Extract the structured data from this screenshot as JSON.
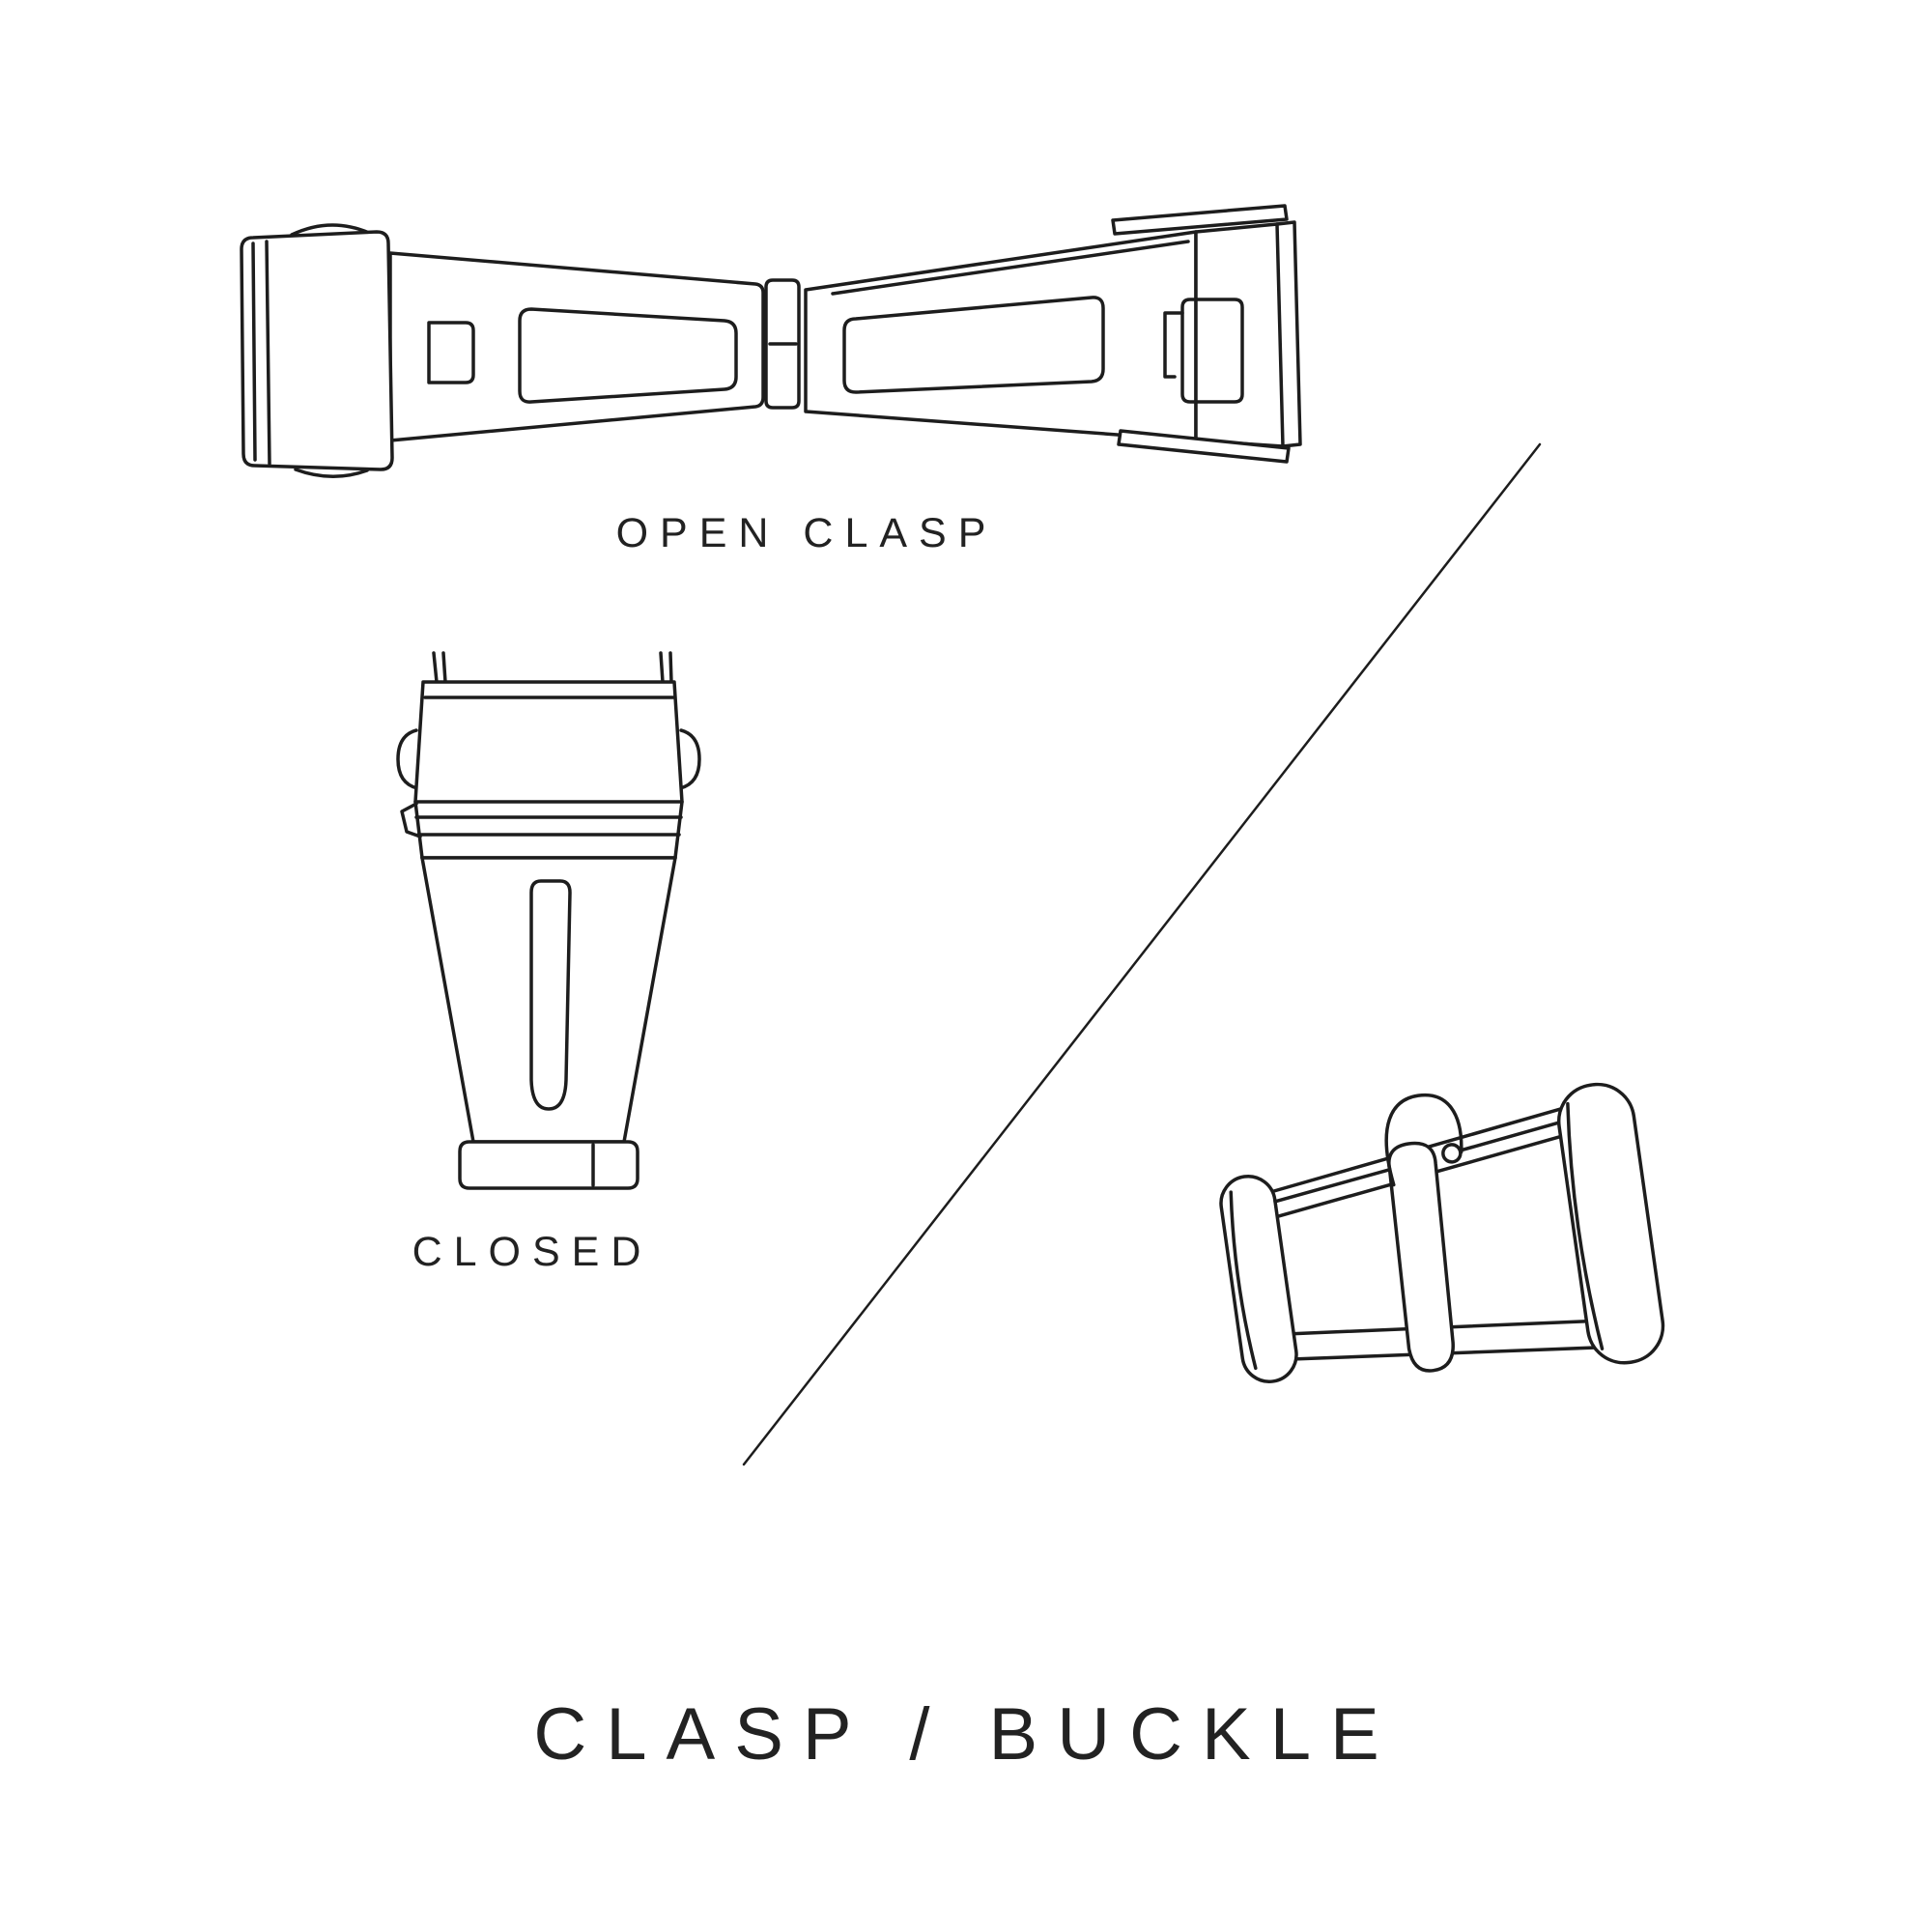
{
  "canvas": {
    "background": "#ffffff",
    "line_color": "#1d1d1d",
    "text_color": "#222222"
  },
  "labels": {
    "open_clasp": "OPEN CLASP",
    "closed": "CLOSED",
    "title": "CLASP / BUCKLE"
  },
  "figures": [
    {
      "name": "open-clasp-illustration",
      "caption": "OPEN CLASP"
    },
    {
      "name": "closed-clasp-illustration",
      "caption": "CLOSED"
    },
    {
      "name": "buckle-illustration",
      "caption": ""
    }
  ]
}
